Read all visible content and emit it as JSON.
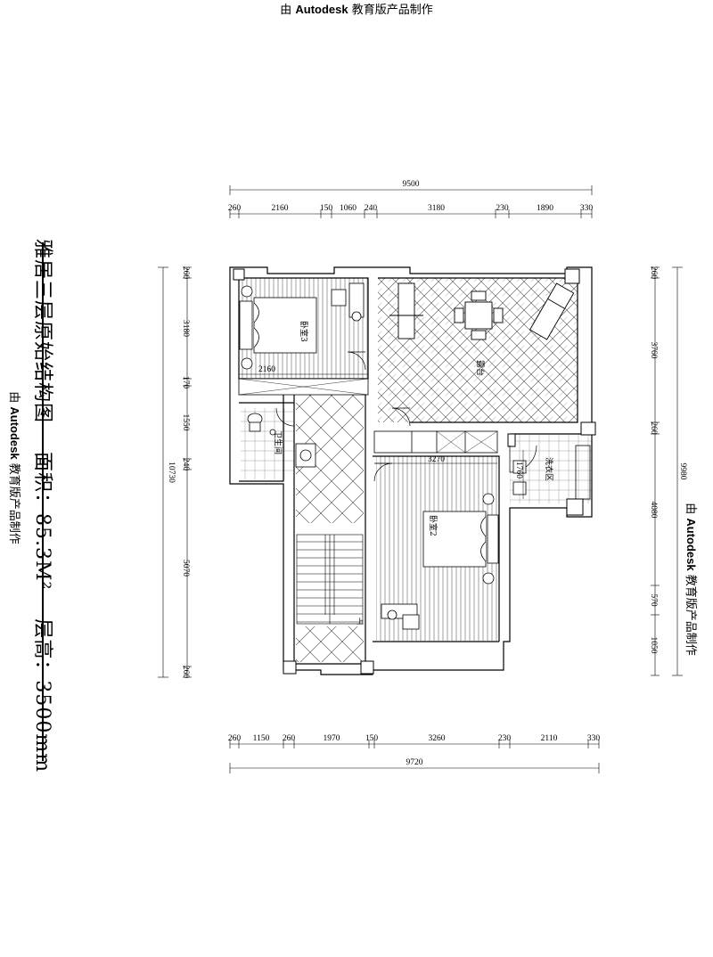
{
  "watermark": {
    "prefix": "由",
    "brand": "Autodesk",
    "suffix": "教育版产品制作"
  },
  "title": {
    "main": "雅居三层原始结构图",
    "area": "面积：85.3M²",
    "height": "层高：3500mm"
  },
  "dimensions": {
    "top_total": "9500",
    "top_segments": [
      "260",
      "2160",
      "150",
      "1060",
      "240",
      "3180",
      "230",
      "1890",
      "330"
    ],
    "bottom_total": "9720",
    "bottom_segments": [
      "260",
      "1150",
      "260",
      "1970",
      "150",
      "3260",
      "230",
      "2110",
      "330"
    ],
    "left_total": "10730",
    "left_segments": [
      "260",
      "3180",
      "170",
      "1550",
      "240",
      "5070",
      "260"
    ],
    "right_total": "9980",
    "right_segments": [
      "260",
      "3760",
      "260",
      "4080",
      "570",
      "1050"
    ],
    "inner": [
      "2160",
      "3270",
      "1760"
    ]
  },
  "rooms": {
    "bedroom3": "卧室3",
    "terrace": "露台",
    "bathroom": "卫生间",
    "bedroom2": "卧室2",
    "laundry": "洗衣区"
  },
  "colors": {
    "ink": "#000000",
    "paper": "#ffffff",
    "hatch": "#555555"
  }
}
